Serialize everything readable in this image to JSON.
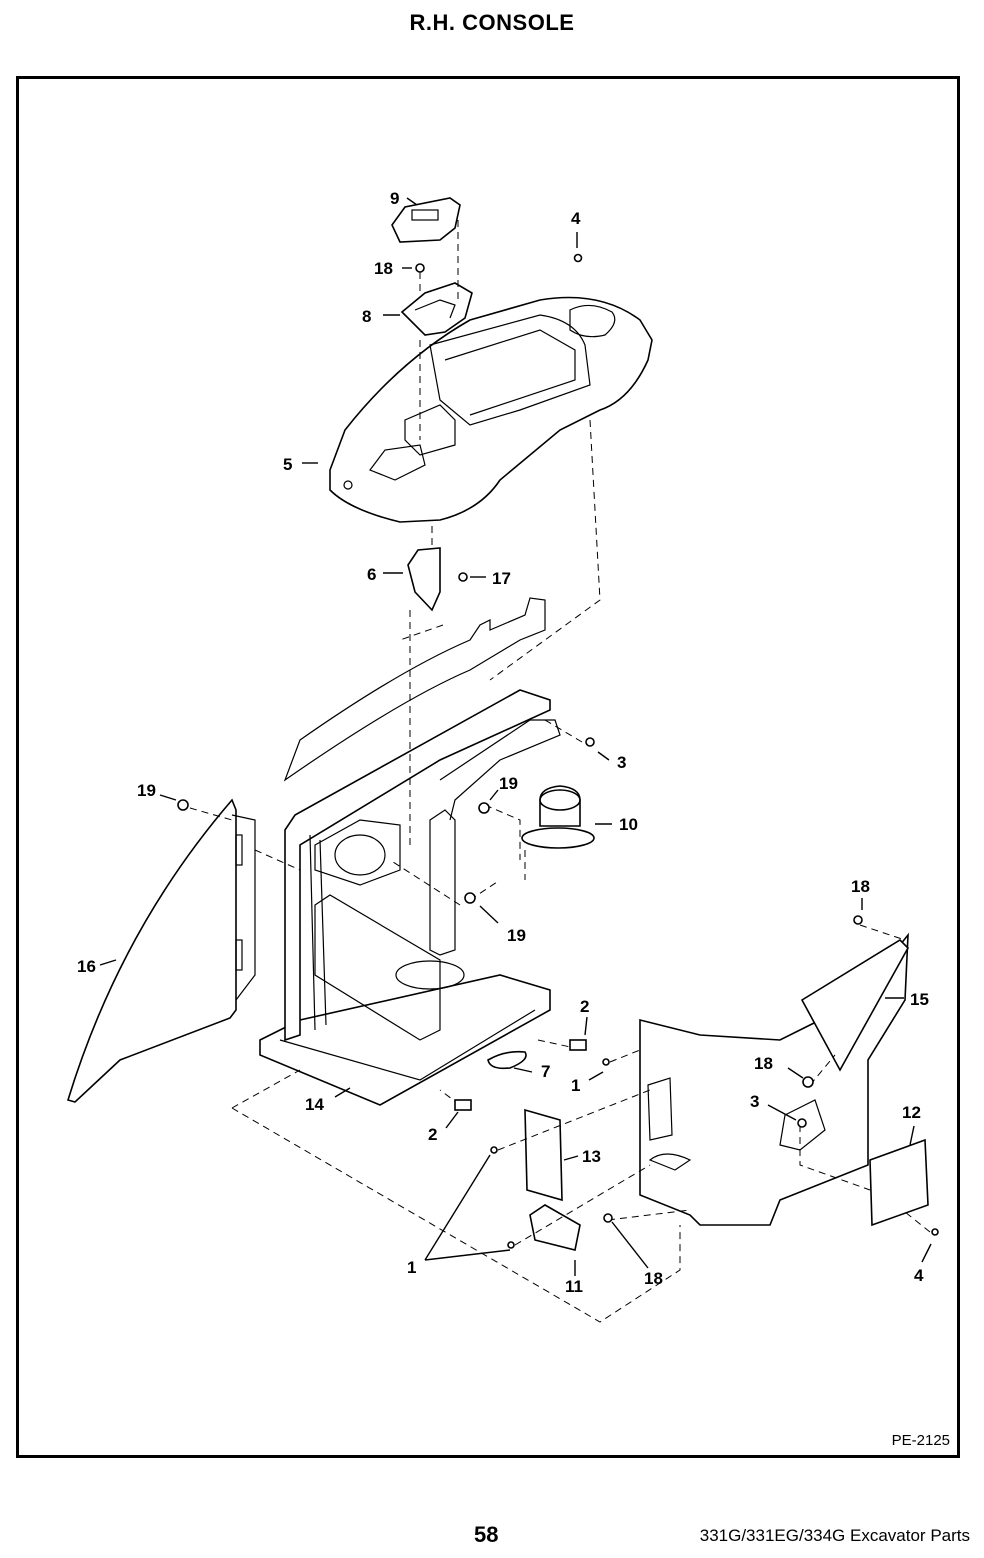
{
  "page": {
    "title": "R.H. CONSOLE",
    "figure_code": "PE-2125",
    "page_number": "58",
    "footer_text": "331G/331EG/334G Excavator Parts"
  },
  "callouts": [
    "9",
    "4",
    "18",
    "8",
    "5",
    "6",
    "17",
    "3",
    "19",
    "19",
    "10",
    "19",
    "18",
    "16",
    "15",
    "2",
    "7",
    "1",
    "18",
    "14",
    "3",
    "12",
    "2",
    "13",
    "1",
    "11",
    "18",
    "4"
  ]
}
